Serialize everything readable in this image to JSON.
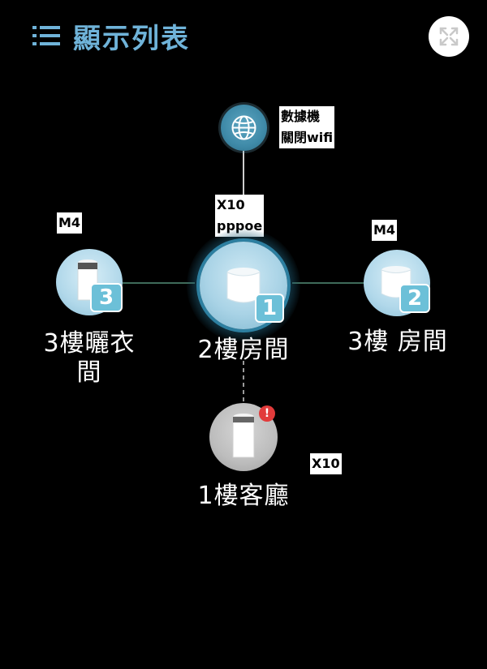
{
  "header": {
    "title": "顯示列表",
    "accent_color": "#6fb3d9",
    "list_icon": "list-icon",
    "expand_icon": "expand-icon"
  },
  "internet": {
    "icon": "globe-icon",
    "note": "數據機\n關閉wifi"
  },
  "nodes": [
    {
      "id": "main",
      "label": "2樓房間",
      "badge": "1",
      "note": "X10\npppoe"
    },
    {
      "id": "left",
      "label": "3樓曬衣\n間",
      "badge": "3",
      "note": "M4"
    },
    {
      "id": "right",
      "label": "3樓 房間",
      "badge": "2",
      "note": "M4"
    },
    {
      "id": "bottom",
      "label": "1樓客廳",
      "alert": "!",
      "note": "X10"
    }
  ],
  "colors": {
    "background": "#000000",
    "line_color": "#3f6b5a",
    "alert": "#e23b3b",
    "badge": "#6cc0d8"
  }
}
